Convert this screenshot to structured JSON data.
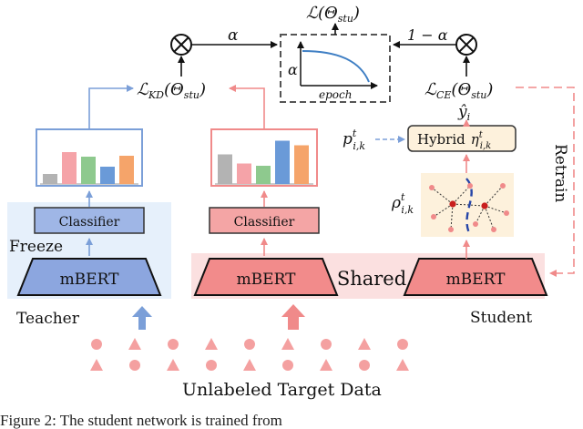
{
  "loss_top": {
    "lhs": "ℒ(Θ",
    "sub": "stu",
    "rhs": ")"
  },
  "weights": {
    "alpha": "α",
    "one_minus_alpha": "1 − α"
  },
  "inset_plot": {
    "y_label": "α",
    "x_label": "epoch"
  },
  "loss_kd": {
    "base": "ℒ",
    "sub": "KD",
    "paren": "(Θ",
    "sub2": "stu",
    "close": ")"
  },
  "loss_ce": {
    "base": "ℒ",
    "sub": "CE",
    "paren": "(Θ",
    "sub2": "stu",
    "close": ")"
  },
  "y_hat": {
    "base": "ŷ",
    "sub": "i"
  },
  "hybrid": {
    "word": "Hybrid",
    "sym": "η",
    "sup": "t",
    "sub": "i,k"
  },
  "p": {
    "base": "p",
    "sup": "t",
    "sub": "i,k"
  },
  "rho": {
    "base": "ρ",
    "sup": "t",
    "sub": "i,k"
  },
  "retrain_label": "Retrain",
  "teacher": {
    "classifier": "Classifier",
    "freeze": "Freeze",
    "encoder": "mBERT",
    "label": "Teacher"
  },
  "shared": {
    "classifier": "Classifier",
    "encoder_left": "mBERT",
    "label": "Shared",
    "encoder_right": "mBERT"
  },
  "student_label": "Student",
  "data_label": "Unlabeled Target Data",
  "teacher_bars": [
    0.22,
    0.7,
    0.6,
    0.38,
    0.62
  ],
  "student_bars": [
    0.65,
    0.45,
    0.4,
    0.95,
    0.85
  ],
  "caption_text": "Figure 2: The student network is trained from"
}
